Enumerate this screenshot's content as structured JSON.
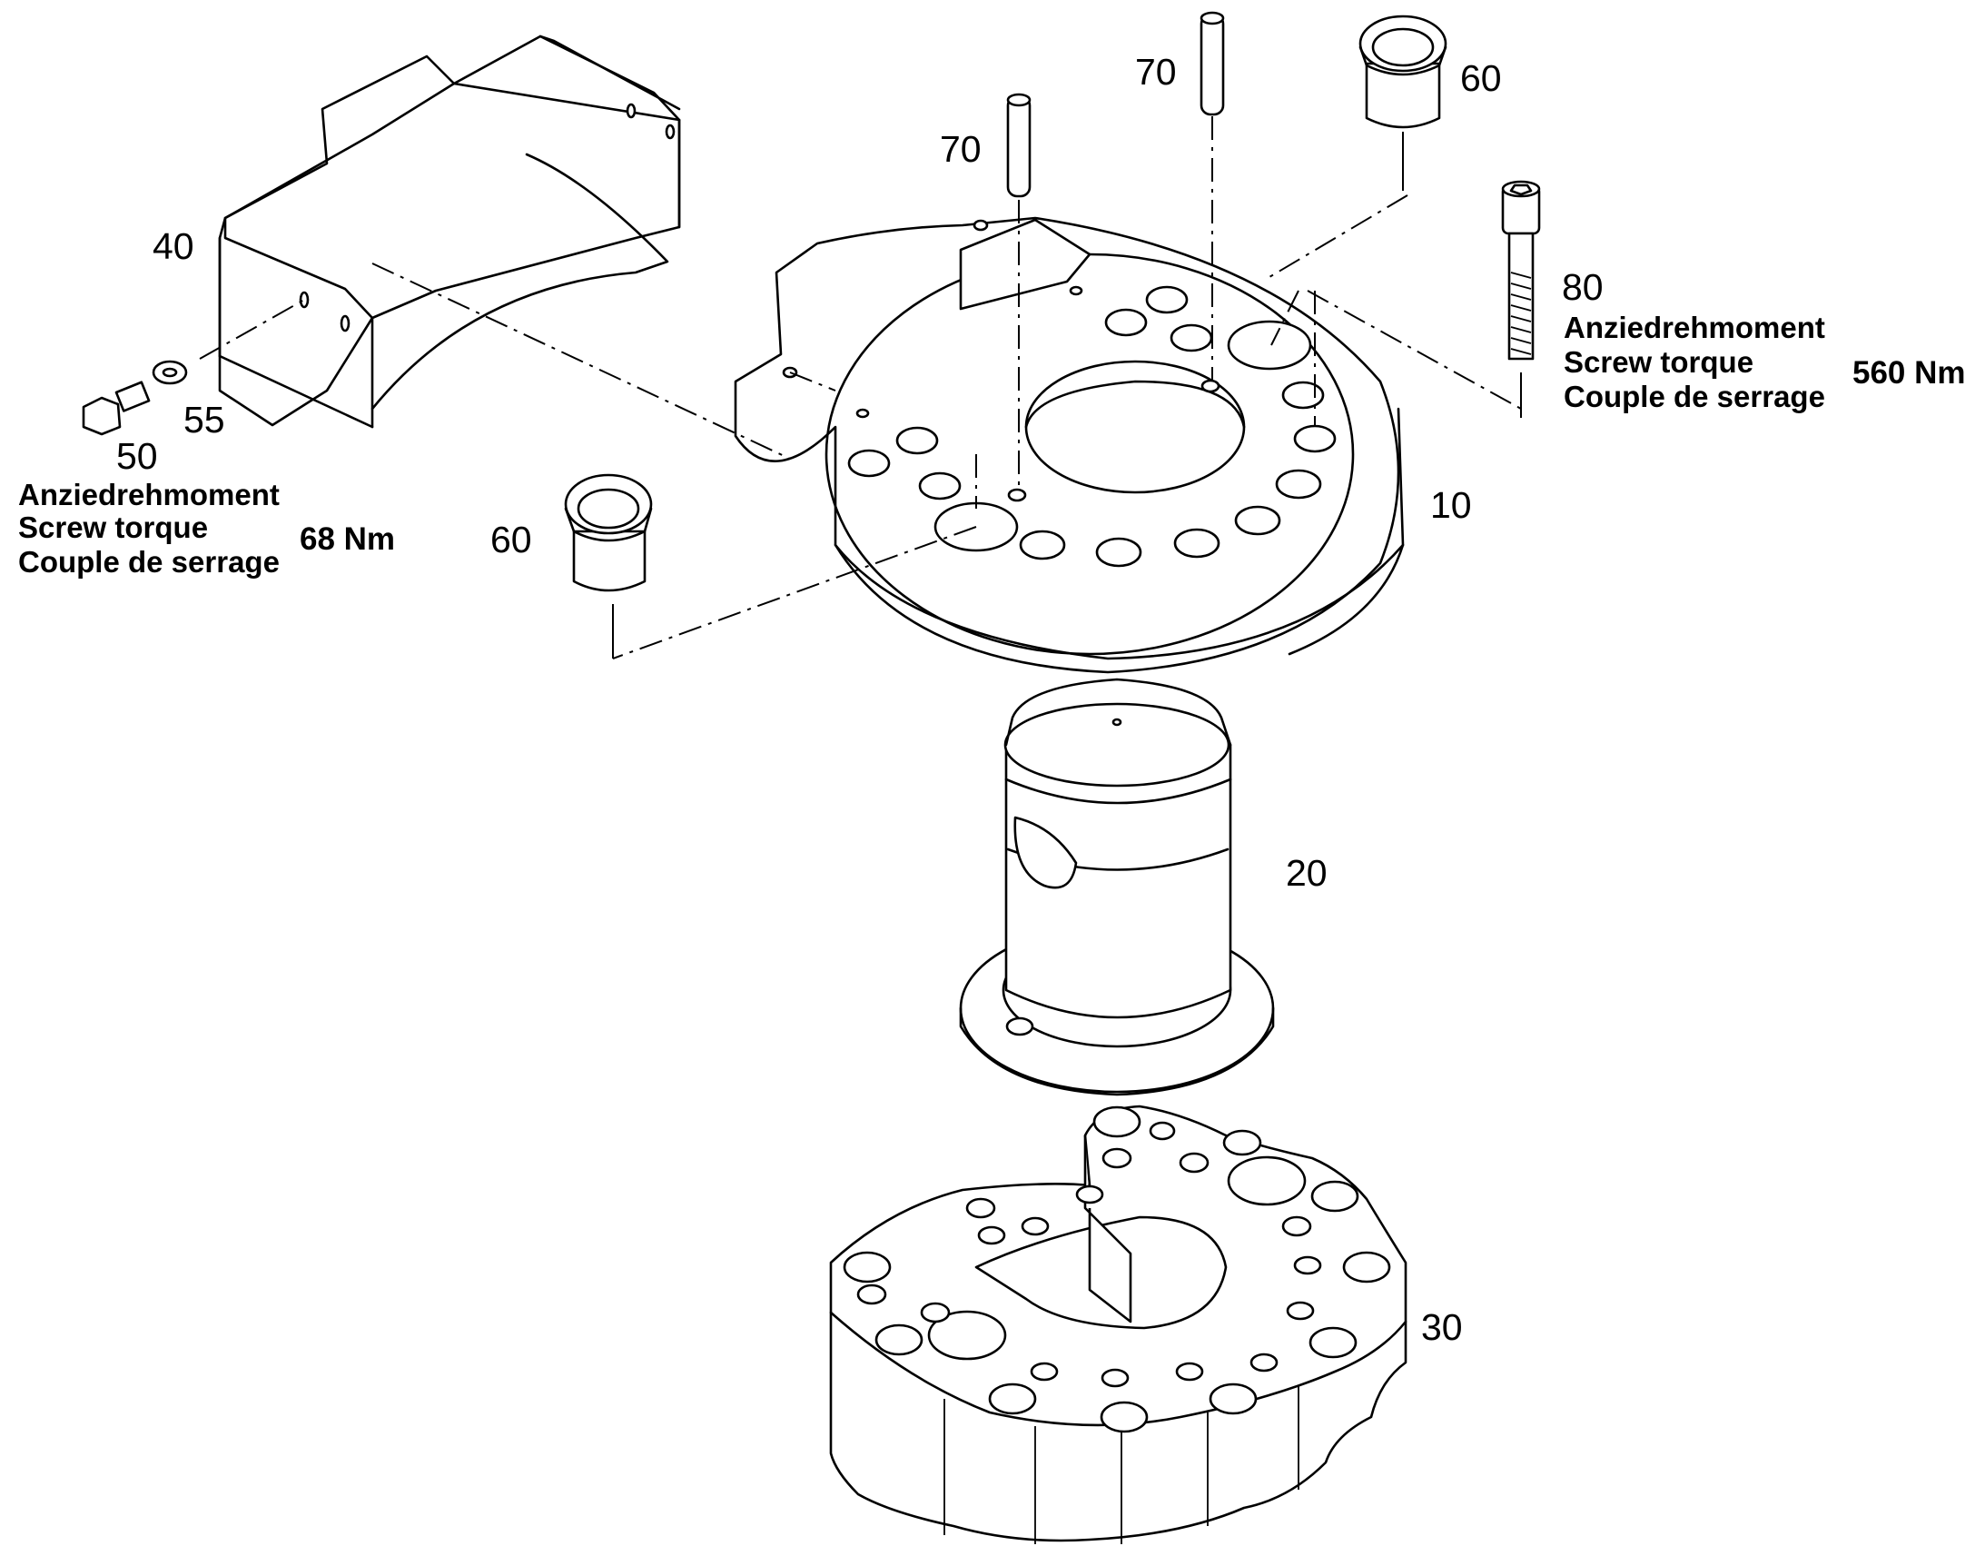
{
  "parts": {
    "p10": "10",
    "p20": "20",
    "p30": "30",
    "p40": "40",
    "p50": "50",
    "p55": "55",
    "p60a": "60",
    "p60b": "60",
    "p70a": "70",
    "p70b": "70",
    "p80": "80"
  },
  "torque_small": {
    "line1": "Anziedrehmoment",
    "line2": "Screw torque",
    "line3": "Couple de serrage",
    "value": "68 Nm"
  },
  "torque_large": {
    "line1": "Anziedrehmoment",
    "line2": "Screw torque",
    "line3": "Couple de serrage",
    "value": "560 Nm"
  }
}
